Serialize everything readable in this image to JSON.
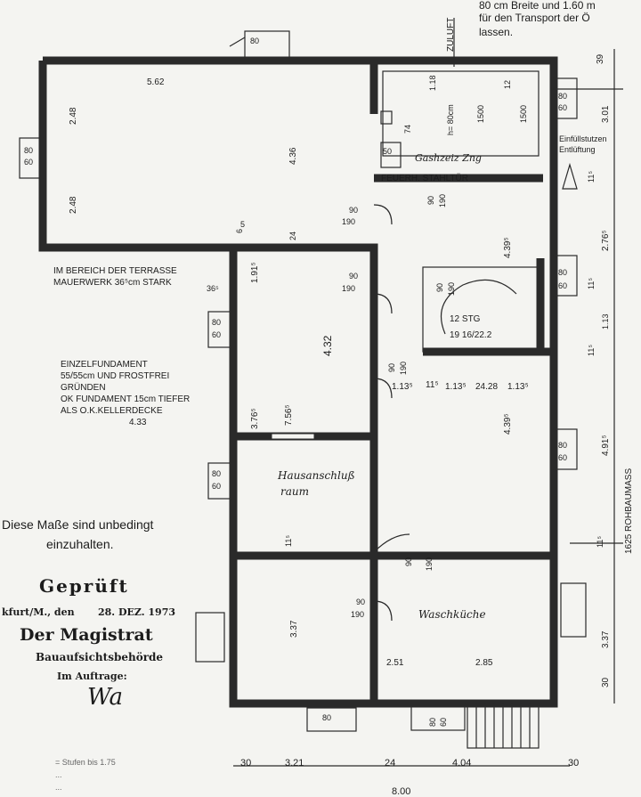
{
  "top_note": [
    "80 cm Breite und 1.60 m",
    "für den Transport der Ö",
    "lassen."
  ],
  "zuluft": "ZULUFT",
  "einfuell": [
    "Einfüllstutzen",
    "Entlüftung"
  ],
  "terrasse_note": [
    "IM BEREICH DER TERRASSE",
    "MAUERWERK 36⁵cm STARK"
  ],
  "fundament_note": [
    "EINZELFUNDAMENT",
    "55/55cm UND FROSTFREI",
    "GRÜNDEN",
    "OK FUNDAMENT 15cm TIEFER",
    "ALS O.K.KELLERDECKE"
  ],
  "feuerh": "FEUERH. STAHLTÜR",
  "heating_room": "Gashzeiz Zng",
  "h80": "h= 80cm",
  "stair": [
    "12 STG",
    "19 16/22.2"
  ],
  "rooms": {
    "hausanschluss": [
      "Hausanschluß",
      "raum"
    ],
    "waschkueche": "Waschküche"
  },
  "rohbau": "1625 ROHBAUMASS",
  "stamp": {
    "line1": [
      "Diese Maße sind unbedingt",
      "einzuhalten."
    ],
    "gepruft": "Geprüft",
    "city": "kfurt/M., den",
    "date": "28. DEZ. 1973",
    "magistrat": "Der Magistrat",
    "behoerde": "Bauaufsichtsbehörde",
    "auftrage": "Im Auftrage:",
    "signature": "Wa"
  },
  "dims": {
    "d562": "5.62",
    "d248a": "2.48",
    "d248b": "2.48",
    "d436": "4.36",
    "d6": "6",
    "d24a": "24",
    "d5": "5",
    "d118": "1.18",
    "d74": "74",
    "d50": "50",
    "d1500a": "1500",
    "d1500b": "1500",
    "d12": "12",
    "d80_60": [
      "80",
      "60"
    ],
    "d90_190": [
      "90",
      "190"
    ],
    "d1915": "1.91⁵",
    "d365": "36⁵",
    "d432": "4.32",
    "d3765": "3.76⁵",
    "d7565": "7.56⁵",
    "d11355": "1.13⁵",
    "d115a": "11⁵",
    "d11355b": "1.13⁵",
    "d2428": "24.28",
    "d11355c": "1.13⁵",
    "d4395a": "4.39⁵",
    "d4395b": "4.39⁵",
    "d433": "4.33",
    "d115b": "11⁵",
    "d337a": "3.37",
    "d251": "2.51",
    "d285": "2.85",
    "r39": "39",
    "r301": "3.01",
    "r115a": "11⁵",
    "r2765": "2.76⁵",
    "r115b": "11⁵",
    "r113": "1.13",
    "r115c": "11⁵",
    "r4915": "4.91⁵",
    "r115d": "11⁵",
    "r337": "3.37",
    "r30": "30",
    "b30a": "30",
    "b321": "3.21",
    "b24": "24",
    "b404": "4.04",
    "b30b": "30",
    "b800": "8.00",
    "bottom_note": [
      "= Stufen bis 1.75",
      "...",
      "..."
    ]
  }
}
